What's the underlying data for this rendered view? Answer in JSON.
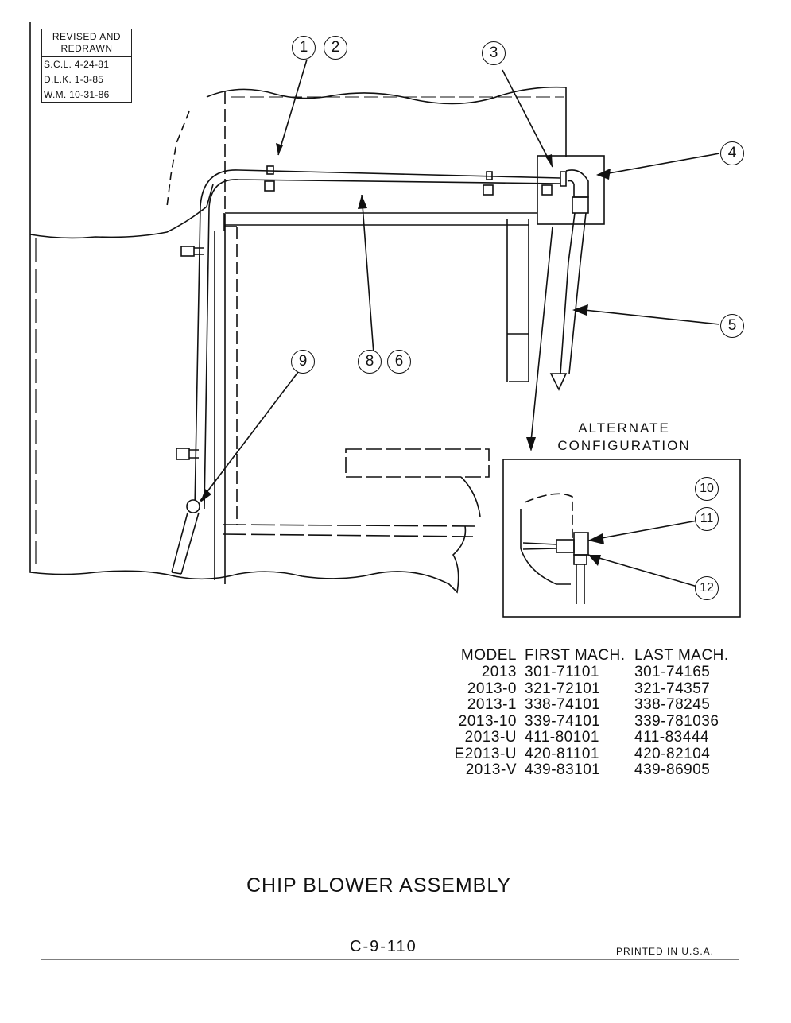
{
  "revision_block": {
    "heading": "REVISED AND REDRAWN",
    "entries": [
      {
        "initials": "S.C.L.",
        "date": "4-24-81"
      },
      {
        "initials": "D.L.K.",
        "date": "1-3-85"
      },
      {
        "initials": "W.M.",
        "date": "10-31-86"
      }
    ]
  },
  "callouts": [
    "1",
    "2",
    "3",
    "4",
    "5",
    "8",
    "6",
    "9",
    "10",
    "11",
    "12"
  ],
  "alternate_label": [
    "ALTERNATE",
    "CONFIGURATION"
  ],
  "model_table": {
    "headers": [
      "MODEL",
      "FIRST MACH.",
      "LAST MACH."
    ],
    "rows": [
      [
        "2013",
        "301-71101",
        "301-74165"
      ],
      [
        "2013-0",
        "321-72101",
        "321-74357"
      ],
      [
        "2013-1",
        "338-74101",
        "338-78245"
      ],
      [
        "2013-10",
        "339-74101",
        "339-781036"
      ],
      [
        "2013-U",
        "411-80101",
        "411-83444"
      ],
      [
        "E2013-U",
        "420-81101",
        "420-82104"
      ],
      [
        "2013-V",
        "439-83101",
        "439-86905"
      ]
    ]
  },
  "title": "CHIP BLOWER ASSEMBLY",
  "page_number": "C-9-110",
  "printed_note": "PRINTED IN U.S.A."
}
